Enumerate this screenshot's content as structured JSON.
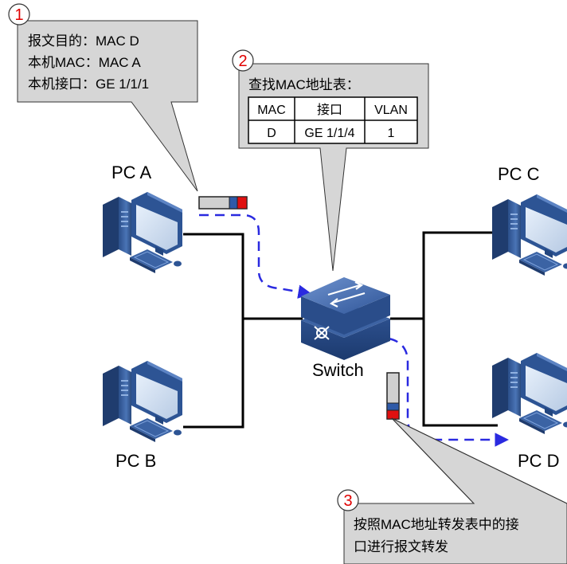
{
  "callout1": {
    "number": "1",
    "lines": [
      "报文目的：MAC D",
      "本机MAC：MAC A",
      "本机接口：GE 1/1/1"
    ]
  },
  "callout2": {
    "number": "2",
    "title": "查找MAC地址表：",
    "headers": [
      "MAC",
      "接口",
      "VLAN"
    ],
    "row": [
      "D",
      "GE 1/1/4",
      "1"
    ]
  },
  "callout3": {
    "number": "3",
    "lines": [
      "按照MAC地址转发表中的接",
      "口进行报文转发"
    ]
  },
  "devices": {
    "pc_a": "PC A",
    "pc_b": "PC B",
    "pc_c": "PC C",
    "pc_d": "PC D",
    "switch": "Switch"
  },
  "colors": {
    "callout_fill": "#d6d6d6",
    "arrow": "#2a2ae0",
    "device_blue": "#3b5f9a",
    "number_red": "#e00000"
  }
}
